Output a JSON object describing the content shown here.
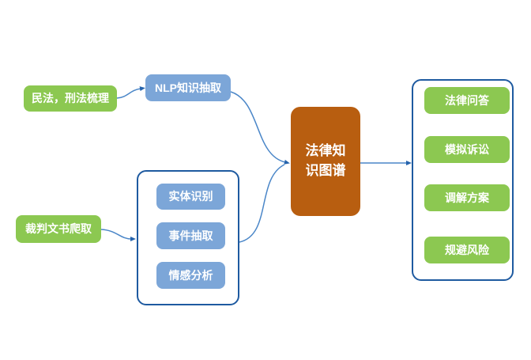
{
  "diagram": {
    "background": "#ffffff",
    "nodes": {
      "civil_criminal": {
        "label": "民法，刑法梳理",
        "color": "#8CC851"
      },
      "nlp_extraction": {
        "label": "NLP知识抽取",
        "color": "#7CA6D8"
      },
      "judgment_crawl": {
        "label": "裁判文书爬取",
        "color": "#8CC851"
      },
      "nlp_tasks": {
        "entity_recognition": {
          "label": "实体识别",
          "color": "#7CA6D8"
        },
        "event_extraction": {
          "label": "事件抽取",
          "color": "#7CA6D8"
        },
        "sentiment_analysis": {
          "label": "情感分析",
          "color": "#7CA6D8"
        }
      },
      "knowledge_graph": {
        "label_line1": "法律知",
        "label_line2": "识图谱",
        "color": "#B85E10"
      },
      "applications": {
        "legal_qa": {
          "label": "法律问答",
          "color": "#8CC851"
        },
        "mock_litigation": {
          "label": "模拟诉讼",
          "color": "#8CC851"
        },
        "mediation_plan": {
          "label": "调解方案",
          "color": "#8CC851"
        },
        "risk_avoidance": {
          "label": "规避风险",
          "color": "#8CC851"
        }
      }
    },
    "edges": [
      {
        "from": "civil_criminal",
        "to": "nlp_extraction"
      },
      {
        "from": "nlp_extraction",
        "to": "knowledge_graph"
      },
      {
        "from": "judgment_crawl",
        "to": "nlp_tasks"
      },
      {
        "from": "nlp_tasks",
        "to": "knowledge_graph"
      },
      {
        "from": "knowledge_graph",
        "to": "applications"
      }
    ],
    "colors": {
      "green_node": "#8CC851",
      "blue_node": "#7CA6D8",
      "orange_node": "#B85E10",
      "container_border": "#1E5AA0",
      "arrow_line": "#4A86C8",
      "arrow_head": "#2563AC",
      "node_text": "#FFFFFF"
    }
  }
}
